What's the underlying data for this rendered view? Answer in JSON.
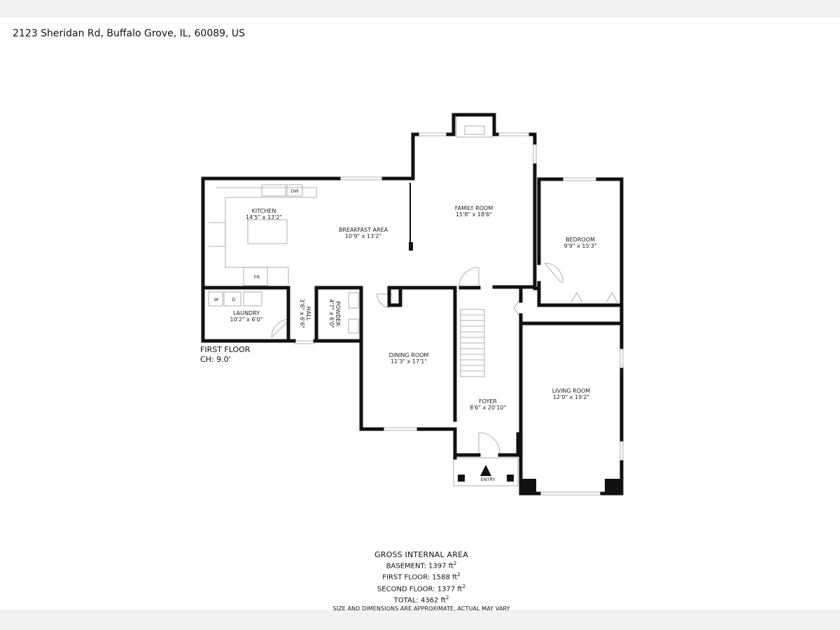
{
  "address": "2123 Sheridan Rd, Buffalo Grove, IL, 60089, US",
  "floor": {
    "name": "FIRST FLOOR",
    "ceiling": "CH: 9.0'"
  },
  "rooms": [
    {
      "id": "kitchen",
      "name": "KITCHEN",
      "dims": "14'5\" x 13'2\""
    },
    {
      "id": "breakfast",
      "name": "BREAKFAST AREA",
      "dims": "10'9\" x 13'2\""
    },
    {
      "id": "family",
      "name": "FAMILY ROOM",
      "dims": "15'8\" x 18'6\""
    },
    {
      "id": "bedroom",
      "name": "BEDROOM",
      "dims": "9'9\" x 15'3\""
    },
    {
      "id": "laundry",
      "name": "LAUNDRY",
      "dims": "10'2\" x 6'0\""
    },
    {
      "id": "hall",
      "name": "HALL",
      "dims": "3'6\" x 6'6\""
    },
    {
      "id": "powder",
      "name": "POWDER",
      "dims": "4'7\" x 6'0\""
    },
    {
      "id": "dining",
      "name": "DINING ROOM",
      "dims": "11'3\" x 17'1\""
    },
    {
      "id": "foyer",
      "name": "FOYER",
      "dims": "8'6\" x 20'10\""
    },
    {
      "id": "living",
      "name": "LIVING ROOM",
      "dims": "12'0\" x 19'2\""
    }
  ],
  "appliances": {
    "dishwasher": "DW",
    "fridge": "FR",
    "washer": "W",
    "dryer": "D"
  },
  "entry_label": "ENTRY",
  "area": {
    "title": "GROSS INTERNAL AREA",
    "lines": [
      {
        "label": "BASEMENT: 1397 ft",
        "sup": "2"
      },
      {
        "label": "FIRST FLOOR: 1588 ft",
        "sup": "2"
      },
      {
        "label": "SECOND FLOOR: 1377 ft",
        "sup": "2"
      },
      {
        "label": "TOTAL: 4362 ft",
        "sup": "2"
      }
    ],
    "disclaimer": "SIZE AND DIMENSIONS ARE APPROXIMATE, ACTUAL MAY VARY"
  },
  "colors": {
    "wall": "#111111",
    "fixture": "#9a9a9a",
    "background": "#ffffff",
    "margin": "#f2f2f2"
  }
}
